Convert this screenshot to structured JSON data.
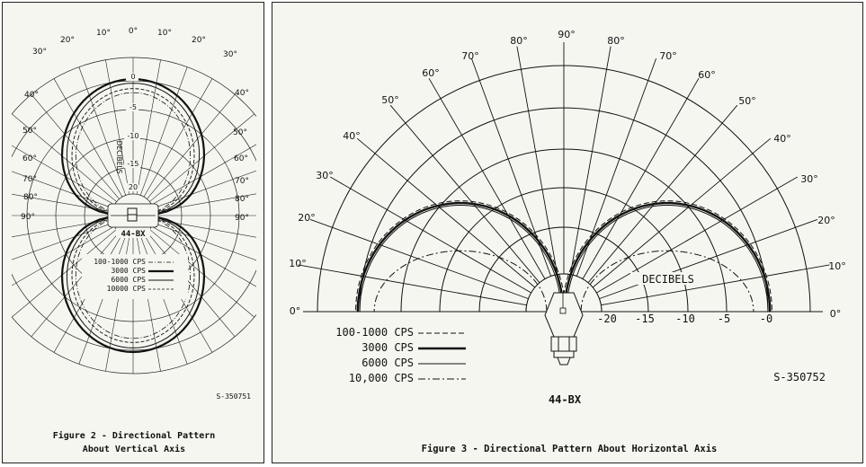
{
  "figure2": {
    "caption_line1": "Figure 2 - Directional Pattern",
    "caption_line2": "About Vertical Axis",
    "angle_labels": [
      "0°",
      "10°",
      "20°",
      "30°",
      "40°",
      "50°",
      "60°",
      "70°",
      "80°",
      "90°"
    ],
    "scale_labels": [
      "0",
      "-5",
      "-10",
      "-15",
      "20"
    ],
    "scale_title": "DECIBELS",
    "model": "44-BX",
    "legend": [
      {
        "label": "100-1000 CPS",
        "style": "dash-dot"
      },
      {
        "label": "3000 CPS",
        "style": "heavy"
      },
      {
        "label": "6000 CPS",
        "style": "solid"
      },
      {
        "label": "10000 CPS",
        "style": "dashed"
      }
    ],
    "serial": "S-350751"
  },
  "figure3": {
    "caption": "Figure 3 - Directional Pattern About Horizontal Axis",
    "angle_labels": [
      "0°",
      "10°",
      "20°",
      "30°",
      "40°",
      "50°",
      "60°",
      "70°",
      "80°",
      "90°"
    ],
    "db_labels": [
      "-20",
      "-15",
      "-10",
      "-5",
      "-0"
    ],
    "scale_title": "DECIBELS",
    "model": "44-BX",
    "legend": [
      {
        "label": "100-1000 CPS",
        "style": "dashed"
      },
      {
        "label": "3000 CPS",
        "style": "heavy"
      },
      {
        "label": "6000 CPS",
        "style": "solid"
      },
      {
        "label": "10,000 CPS",
        "style": "dash-dot"
      }
    ],
    "serial": "S-350752"
  }
}
